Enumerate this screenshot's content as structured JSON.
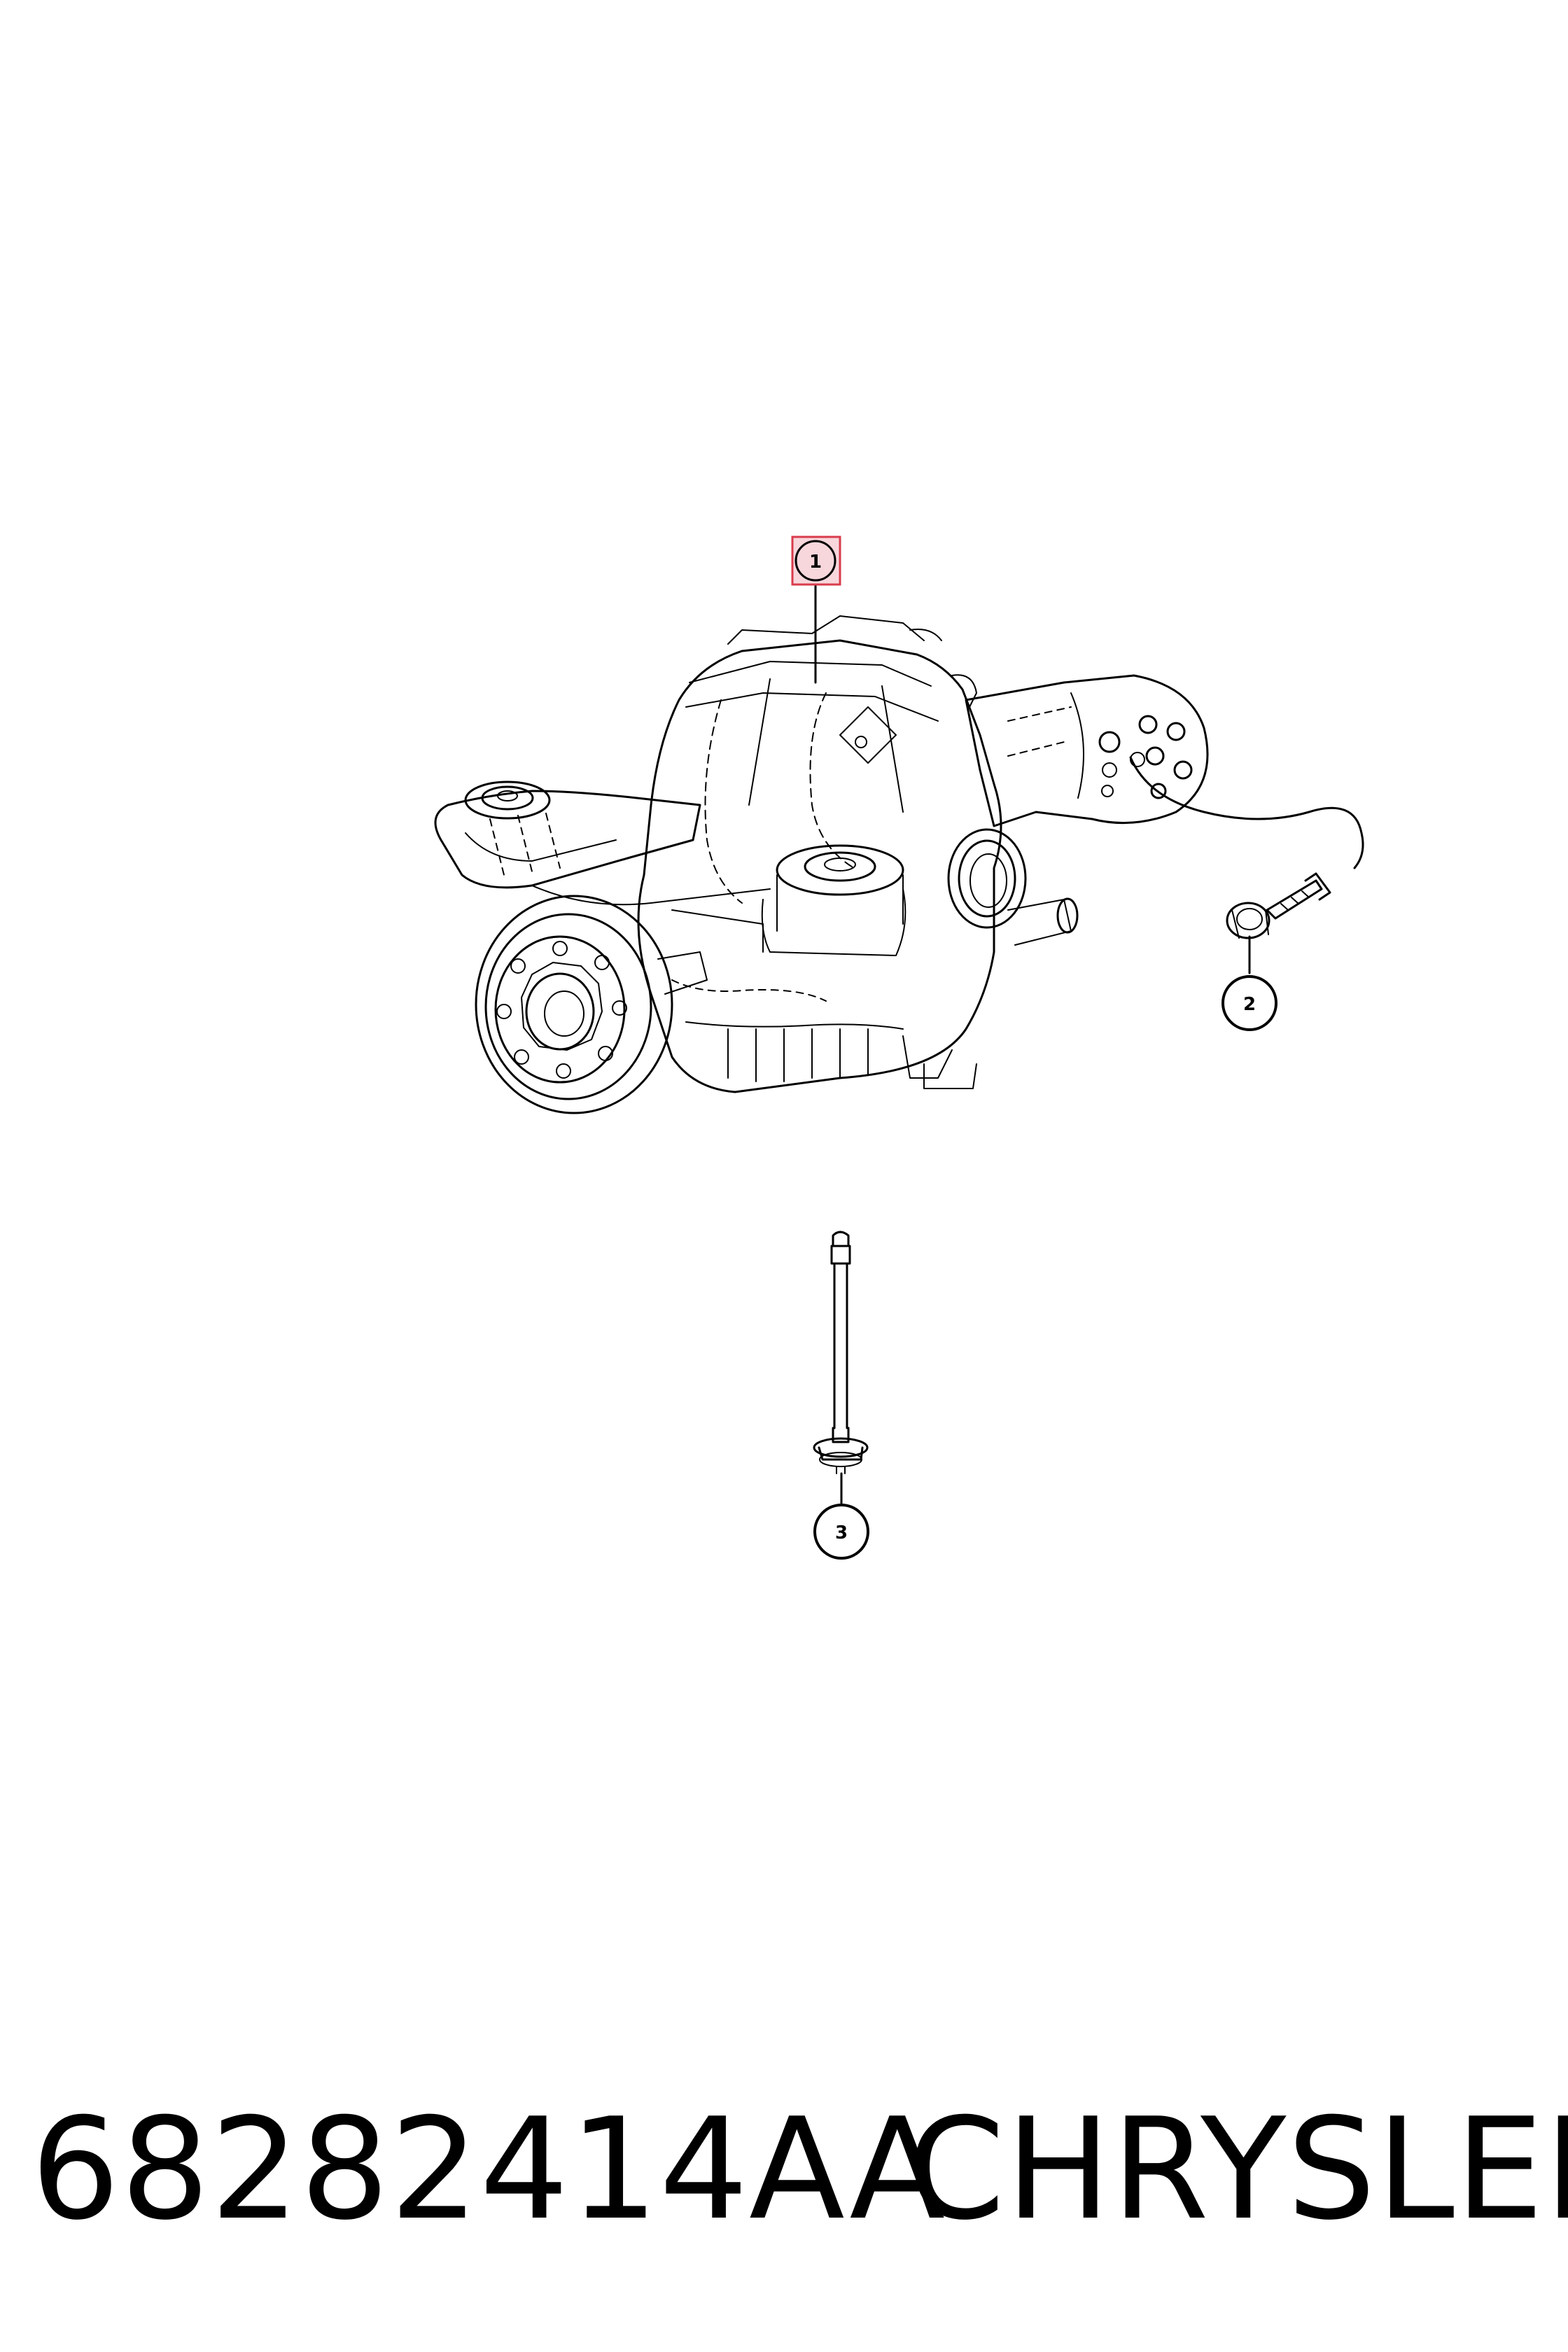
{
  "diagram": {
    "callouts": [
      {
        "id": 1,
        "label": "1",
        "target": "differential-assembly",
        "highlighted": true
      },
      {
        "id": 2,
        "label": "2",
        "target": "mounting-bolt"
      },
      {
        "id": 3,
        "label": "3",
        "target": "long-mounting-bolt"
      }
    ],
    "colors": {
      "line": "#000000",
      "highlight_fill": "#f8d7dc",
      "highlight_stroke": "#d83c4c"
    }
  },
  "footer": {
    "part_number": "68282414AA",
    "brand": "CHRYSLER"
  }
}
